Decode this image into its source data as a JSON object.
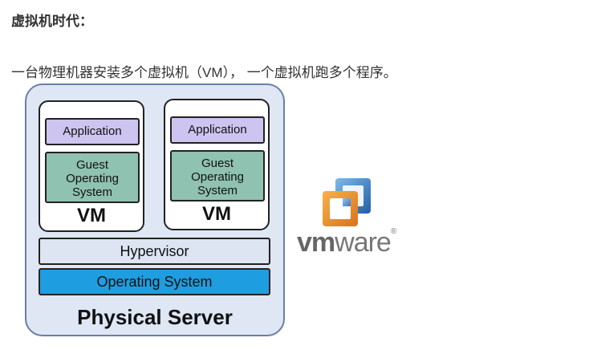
{
  "heading": "虚拟机时代：",
  "paragraph": "一台物理机器安装多个虚拟机（VM），  一个虚拟机跑多个程序。",
  "diagram": {
    "vms": [
      {
        "application": "Application",
        "guest_lines": [
          "Guest",
          "Operating",
          "System"
        ],
        "label": "VM"
      },
      {
        "application": "Application",
        "guest_lines": [
          "Guest",
          "Operating",
          "System"
        ],
        "label": "VM"
      }
    ],
    "hypervisor": "Hypervisor",
    "operating_system": "Operating System",
    "physical_server": "Physical Server"
  },
  "logo": {
    "text_vm": "vm",
    "text_ware": "ware",
    "registered": "®"
  }
}
